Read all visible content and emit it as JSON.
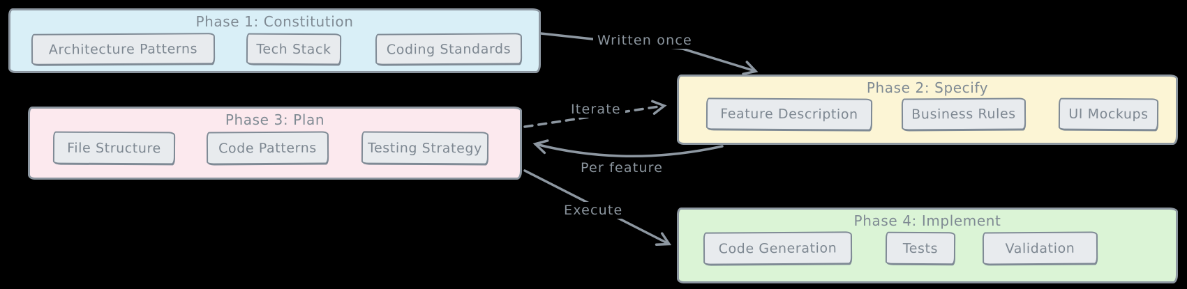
{
  "diagram": {
    "phases": [
      {
        "title": "Phase 1: Constitution",
        "fill": "#d9eff7",
        "items": [
          {
            "label": "Architecture Patterns"
          },
          {
            "label": "Tech Stack"
          },
          {
            "label": "Coding Standards"
          }
        ]
      },
      {
        "title": "Phase 2: Specify",
        "fill": "#fcf5d5",
        "items": [
          {
            "label": "Feature Description"
          },
          {
            "label": "Business Rules"
          },
          {
            "label": "UI Mockups"
          }
        ]
      },
      {
        "title": "Phase 3: Plan",
        "fill": "#fce9ee",
        "items": [
          {
            "label": "File Structure"
          },
          {
            "label": "Code Patterns"
          },
          {
            "label": "Testing Strategy"
          }
        ]
      },
      {
        "title": "Phase 4: Implement",
        "fill": "#dbf4d6",
        "items": [
          {
            "label": "Code Generation"
          },
          {
            "label": "Tests"
          },
          {
            "label": "Validation"
          }
        ]
      }
    ],
    "arrows": [
      {
        "label": "Written once",
        "from": "Phase 1: Constitution",
        "to": "Phase 2: Specify",
        "style": "solid"
      },
      {
        "label": "Iterate",
        "from": "Phase 3: Plan",
        "to": "Phase 2: Specify",
        "style": "dashed"
      },
      {
        "label": "Per feature",
        "from": "Phase 2: Specify",
        "to": "Phase 3: Plan",
        "style": "solid"
      },
      {
        "label": "Execute",
        "from": "Phase 3: Plan",
        "to": "Phase 4: Implement",
        "style": "solid"
      }
    ],
    "colors": {
      "background": "#000000",
      "stroke": "#8d97a1",
      "node_fill": "#e8ebee",
      "text": "#7d8791"
    }
  }
}
